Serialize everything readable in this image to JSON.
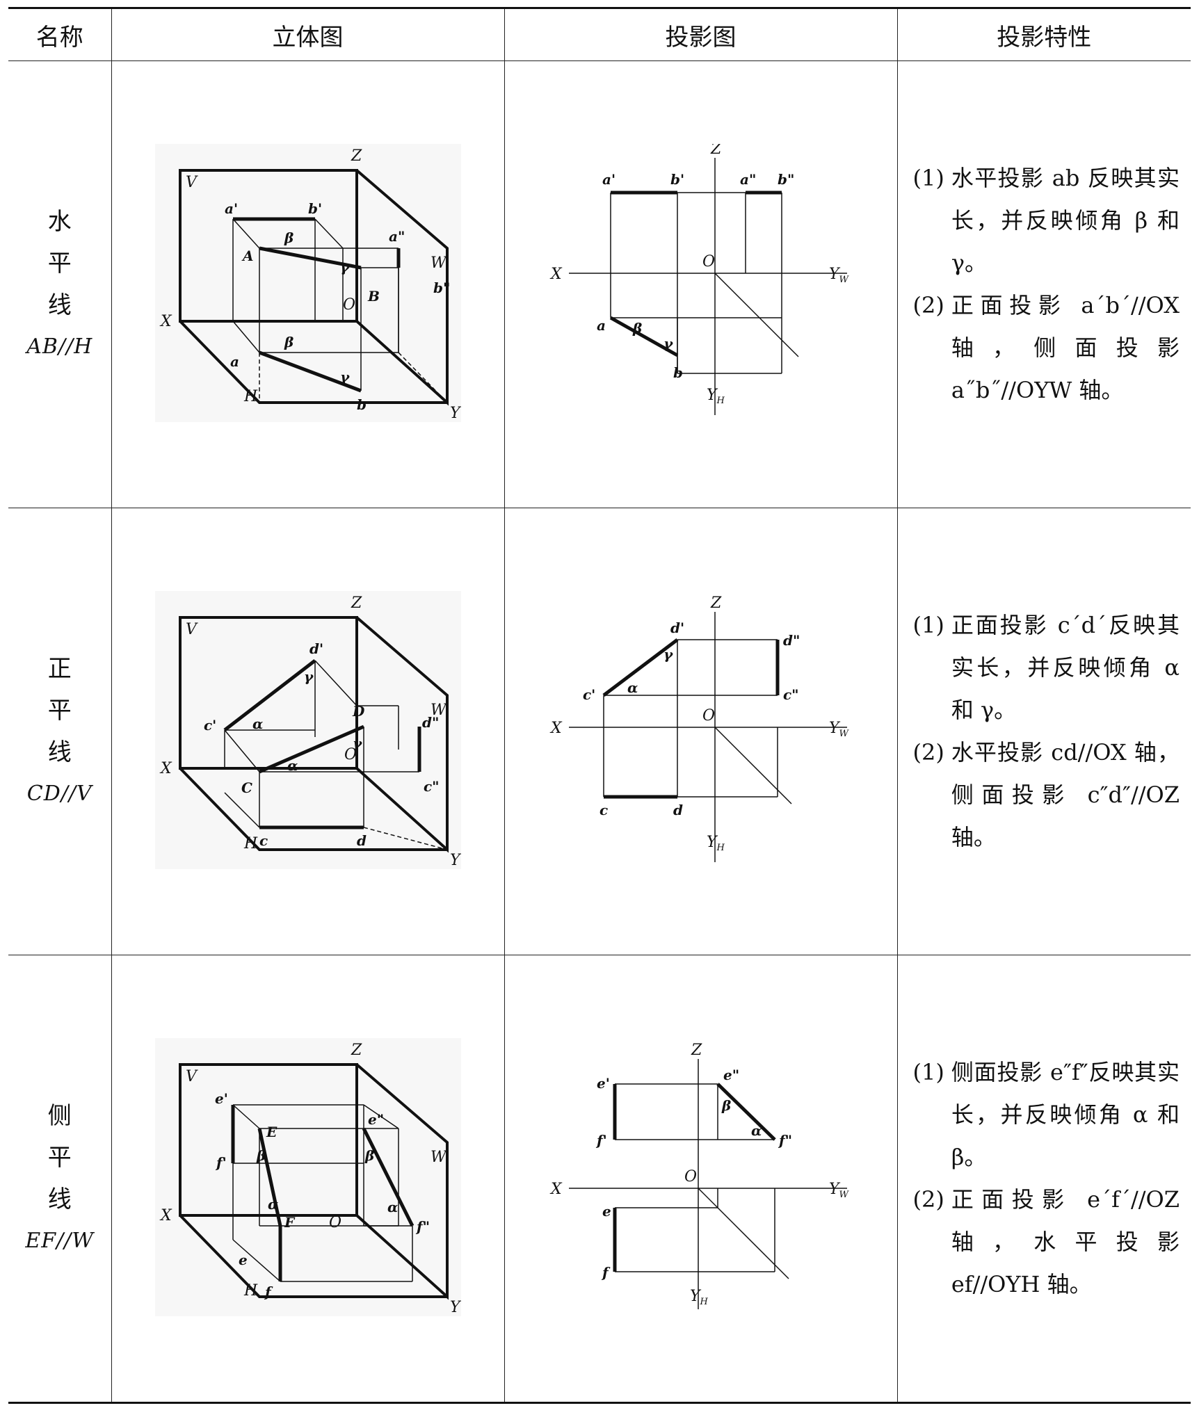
{
  "header": {
    "name": "名称",
    "stereo": "立体图",
    "projection": "投影图",
    "property": "投影特性"
  },
  "rows": [
    {
      "name": [
        "水",
        "平",
        "线"
      ],
      "cls": "AB//H",
      "stereo": {
        "V": "V",
        "Z": "Z",
        "X": "X",
        "Y": "Y",
        "H": "H",
        "W": "W",
        "O": "O",
        "p1": "a'",
        "p2": "b'",
        "p3": "a\"",
        "p4": "b\"",
        "P1": "A",
        "P2": "B",
        "q1": "a",
        "q2": "b",
        "g1": "β",
        "g2": "γ",
        "g3": "β",
        "g4": "γ"
      },
      "proj": {
        "Z": "Z",
        "X": "X",
        "O": "O",
        "YW": "Y",
        "YWs": "W",
        "YH": "Y",
        "YHs": "H",
        "t1": "a'",
        "t2": "b'",
        "t3": "a\"",
        "t4": "b\"",
        "h1": "a",
        "h2": "b",
        "g1": "β",
        "g2": "γ"
      },
      "props": [
        {
          "num": "(1)",
          "text": "水平投影 ab 反映其实长，并反映倾角 β 和 γ。"
        },
        {
          "num": "(2)",
          "text": "正面投影 a´b´//OX 轴，侧面投影 a˝b˝//OYW 轴。"
        }
      ]
    },
    {
      "name": [
        "正",
        "平",
        "线"
      ],
      "cls": "CD//V",
      "stereo": {
        "V": "V",
        "Z": "Z",
        "X": "X",
        "Y": "Y",
        "H": "H",
        "W": "W",
        "O": "O",
        "p1": "c'",
        "p2": "d'",
        "p3": "d\"",
        "p4": "c\"",
        "P1": "C",
        "P2": "D",
        "q1": "c",
        "q2": "d",
        "g1": "α",
        "g2": "γ",
        "g3": "α",
        "g4": "γ"
      },
      "proj": {
        "Z": "Z",
        "X": "X",
        "O": "O",
        "YW": "Y",
        "YWs": "W",
        "YH": "Y",
        "YHs": "H",
        "t1": "c'",
        "t2": "d'",
        "t3": "d\"",
        "t4": "c\"",
        "h1": "c",
        "h2": "d",
        "g1": "α",
        "g2": "γ"
      },
      "props": [
        {
          "num": "(1)",
          "text": "正面投影 c´d´反映其实长，并反映倾角 α 和 γ。"
        },
        {
          "num": "(2)",
          "text": "水平投影 cd//OX 轴，侧面投影 c″d″//OZ轴。"
        }
      ]
    },
    {
      "name": [
        "侧",
        "平",
        "线"
      ],
      "cls": "EF//W",
      "stereo": {
        "V": "V",
        "Z": "Z",
        "X": "X",
        "Y": "Y",
        "H": "H",
        "W": "W",
        "O": "O",
        "p1": "e'",
        "p2": "f'",
        "p3": "e\"",
        "p4": "f\"",
        "P1": "E",
        "P2": "F",
        "q1": "e",
        "q2": "f",
        "g1": "β",
        "g2": "α",
        "g3": "β",
        "g4": "α"
      },
      "proj": {
        "Z": "Z",
        "X": "X",
        "O": "O",
        "YW": "Y",
        "YWs": "W",
        "YH": "Y",
        "YHs": "H",
        "t1": "e'",
        "t2": "f'",
        "t3": "e\"",
        "t4": "f\"",
        "h1": "e",
        "h2": "f",
        "g1": "β",
        "g2": "α"
      },
      "props": [
        {
          "num": "(1)",
          "text": "侧面投影 e″f″反映其实长，并反映倾角 α 和 β。"
        },
        {
          "num": "(2)",
          "text": "正面投影 e´f´//OZ 轴，水平投影 ef//OYH 轴。"
        }
      ]
    }
  ]
}
